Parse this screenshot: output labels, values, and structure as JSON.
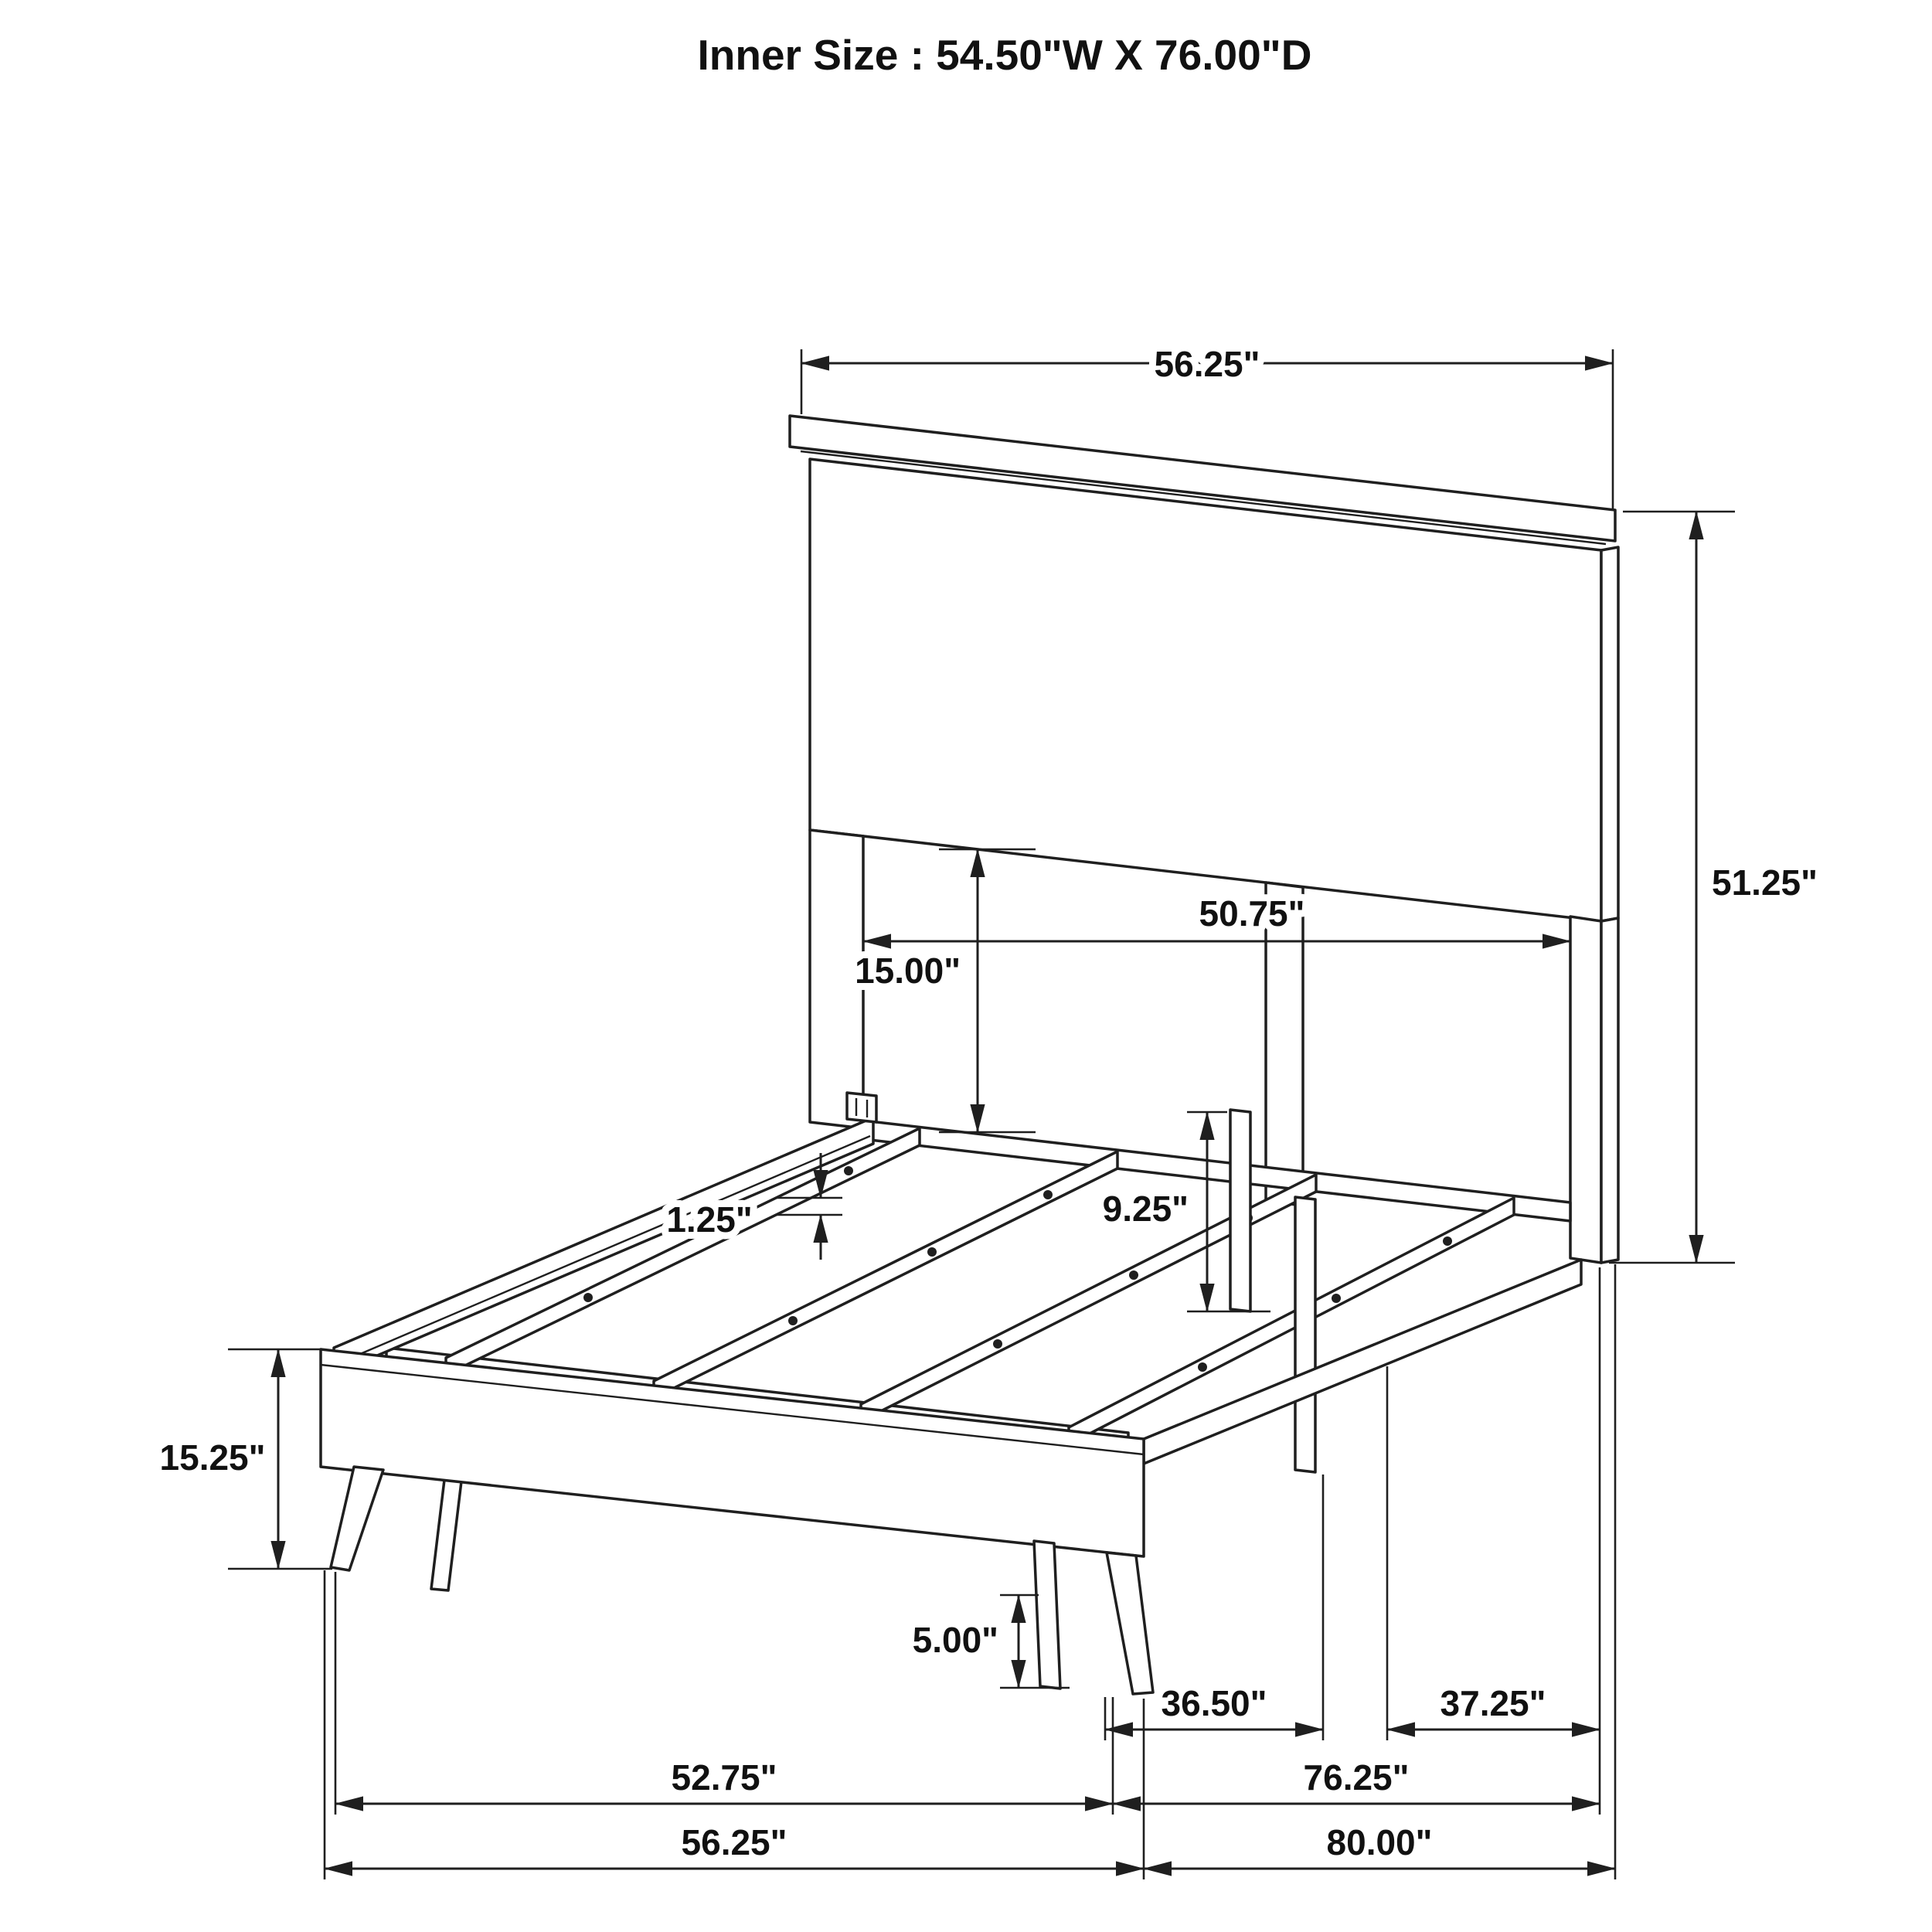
{
  "title": "Inner Size : 54.50\"W X 76.00\"D",
  "dims": {
    "headboard_width": "56.25\"",
    "headboard_height": "51.25\"",
    "headboard_inner_width": "50.75\"",
    "panel_to_rail": "15.00\"",
    "slat_thickness": "1.25\"",
    "center_support_height": "9.25\"",
    "footboard_height": "15.25\"",
    "leg_height": "5.00\"",
    "front_leg_to_center": "36.50\"",
    "center_to_rear_leg": "37.25\"",
    "footboard_leg_span": "52.75\"",
    "front_to_rear_leg": "76.25\"",
    "overall_width": "56.25\"",
    "overall_length": "80.00\""
  }
}
